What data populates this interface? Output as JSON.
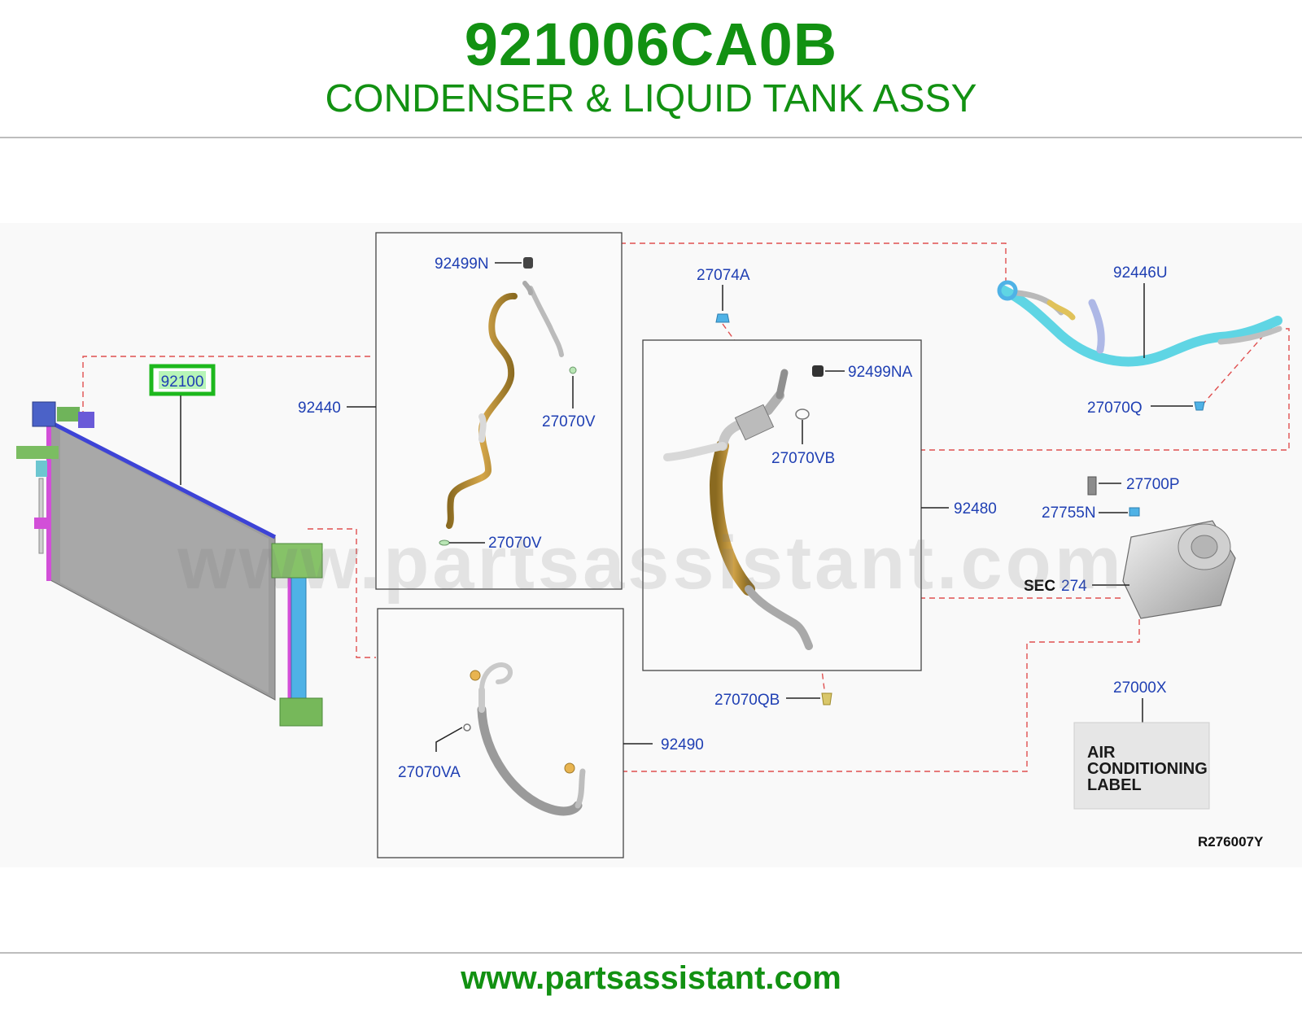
{
  "header": {
    "part_number": "921006CA0B",
    "part_name": "CONDENSER & LIQUID TANK ASSY"
  },
  "diagram": {
    "callouts": {
      "c92100": "92100",
      "c92440": "92440",
      "c92499N": "92499N",
      "c27070V_top": "27070V",
      "c27070V_bottom": "27070V",
      "c27074A": "27074A",
      "c92499NA": "92499NA",
      "c27070VB": "27070VB",
      "c92480": "92480",
      "c92446U": "92446U",
      "c27070Q": "27070Q",
      "c27700P": "27700P",
      "c27755N": "27755N",
      "sec_prefix": "SEC",
      "sec_number": "274",
      "c27000X": "27000X",
      "c27070QB": "27070QB",
      "c92490": "92490",
      "c27070VA": "27070VA"
    },
    "ac_label": {
      "line1": "AIR",
      "line2": "CONDITIONING",
      "line3": "LABEL"
    },
    "reference_code": "R276007Y",
    "highlighted_callout": "92100",
    "colors": {
      "brand_green": "#129112",
      "callout_blue": "#1f3fb3",
      "leader_red": "#e05050",
      "highlight_box": "#1db81d"
    }
  },
  "watermark": "www.partsassistant.com",
  "footer": {
    "url": "www.partsassistant.com"
  }
}
